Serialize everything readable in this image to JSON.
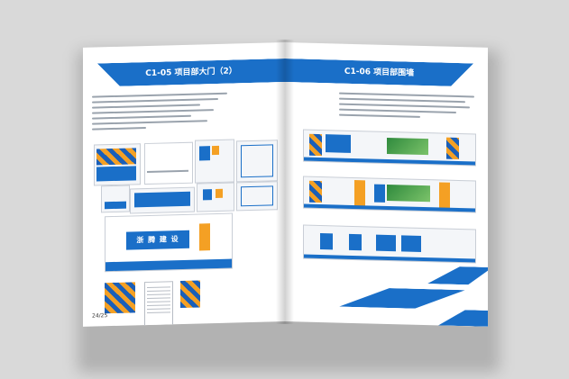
{
  "left_page": {
    "title": "C1-05  项目部大门（2）",
    "page_number": "24/25",
    "sign_text": "浙 腾 建 设"
  },
  "right_page": {
    "title": "C1-06  项目部围墙"
  },
  "colors": {
    "brand_blue": "#1a6fc8",
    "accent_orange": "#f4a024",
    "background": "#d9d9d9"
  }
}
